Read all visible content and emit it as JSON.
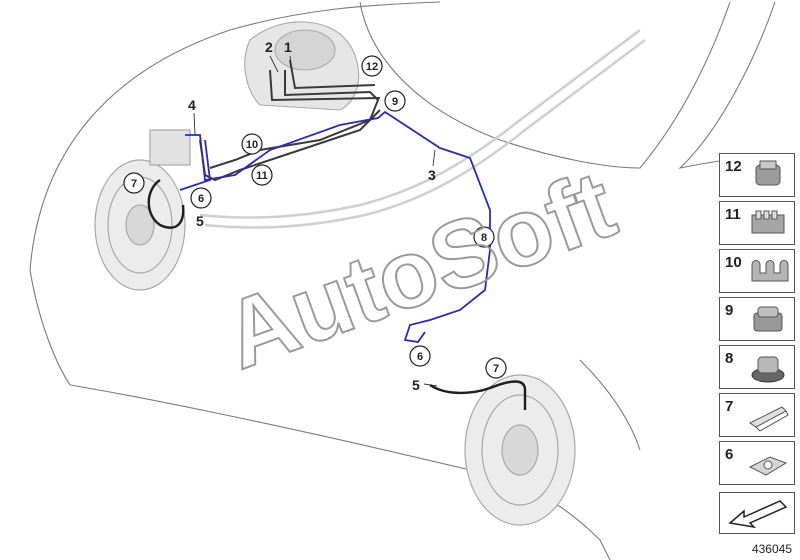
{
  "callouts": {
    "n1": "1",
    "n2": "2",
    "n3": "3",
    "n4": "4",
    "n5a": "5",
    "n5b": "5",
    "c6a": "6",
    "c6b": "6",
    "c7a": "7",
    "c7b": "7",
    "c8": "8",
    "c9": "9",
    "c10": "10",
    "c11": "11",
    "c12": "12"
  },
  "parts_panel": [
    {
      "number": "12",
      "icon": "clip-12-icon"
    },
    {
      "number": "11",
      "icon": "clip-11-icon"
    },
    {
      "number": "10",
      "icon": "clip-10-icon"
    },
    {
      "number": "9",
      "icon": "clip-9-icon"
    },
    {
      "number": "8",
      "icon": "grommet-8-icon"
    },
    {
      "number": "7",
      "icon": "spring-clip-7-icon"
    },
    {
      "number": "6",
      "icon": "bracket-6-icon"
    }
  ],
  "nav_icon": "arrow-left-icon",
  "watermark": "AutoSoft",
  "diagram_id": "436045",
  "colors": {
    "line_blue": "#2b2bb0",
    "outline_gray": "#b0b0b0",
    "component_gray": "#8a8a8a",
    "text": "#222222"
  }
}
